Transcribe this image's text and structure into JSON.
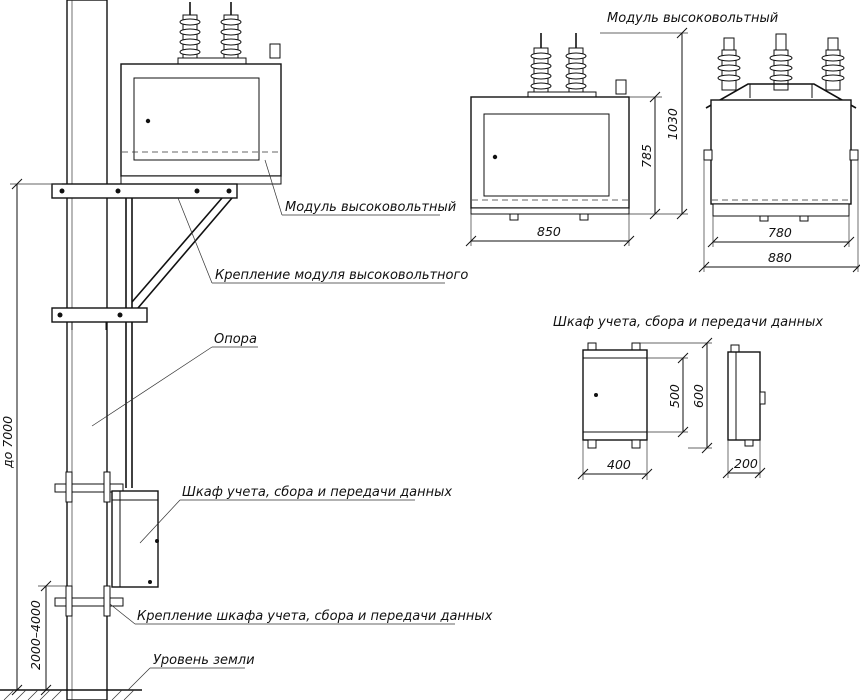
{
  "labels": {
    "module_title": "Модуль высоковольтный",
    "hv_module": "Модуль высоковольтный",
    "hv_mount": "Крепление модуля высоковольтного",
    "pole": "Опора",
    "cabinet": "Шкаф учета, сбора и передачи данных",
    "cabinet_mount": "Крепление шкафа учета, сбора и передачи данных",
    "ground": "Уровень земли",
    "cabinet_title": "Шкаф учета, сбора и передачи данных"
  },
  "dimensions": {
    "pole_height": "до 7000",
    "cabinet_height_range": "2000–4000",
    "module_width": "850",
    "module_height_body": "785",
    "module_height_total": "1030",
    "module_side_inner": "780",
    "module_side_outer": "880",
    "cabinet_width": "400",
    "cabinet_height_inner": "500",
    "cabinet_height_outer": "600",
    "cabinet_depth": "200"
  }
}
